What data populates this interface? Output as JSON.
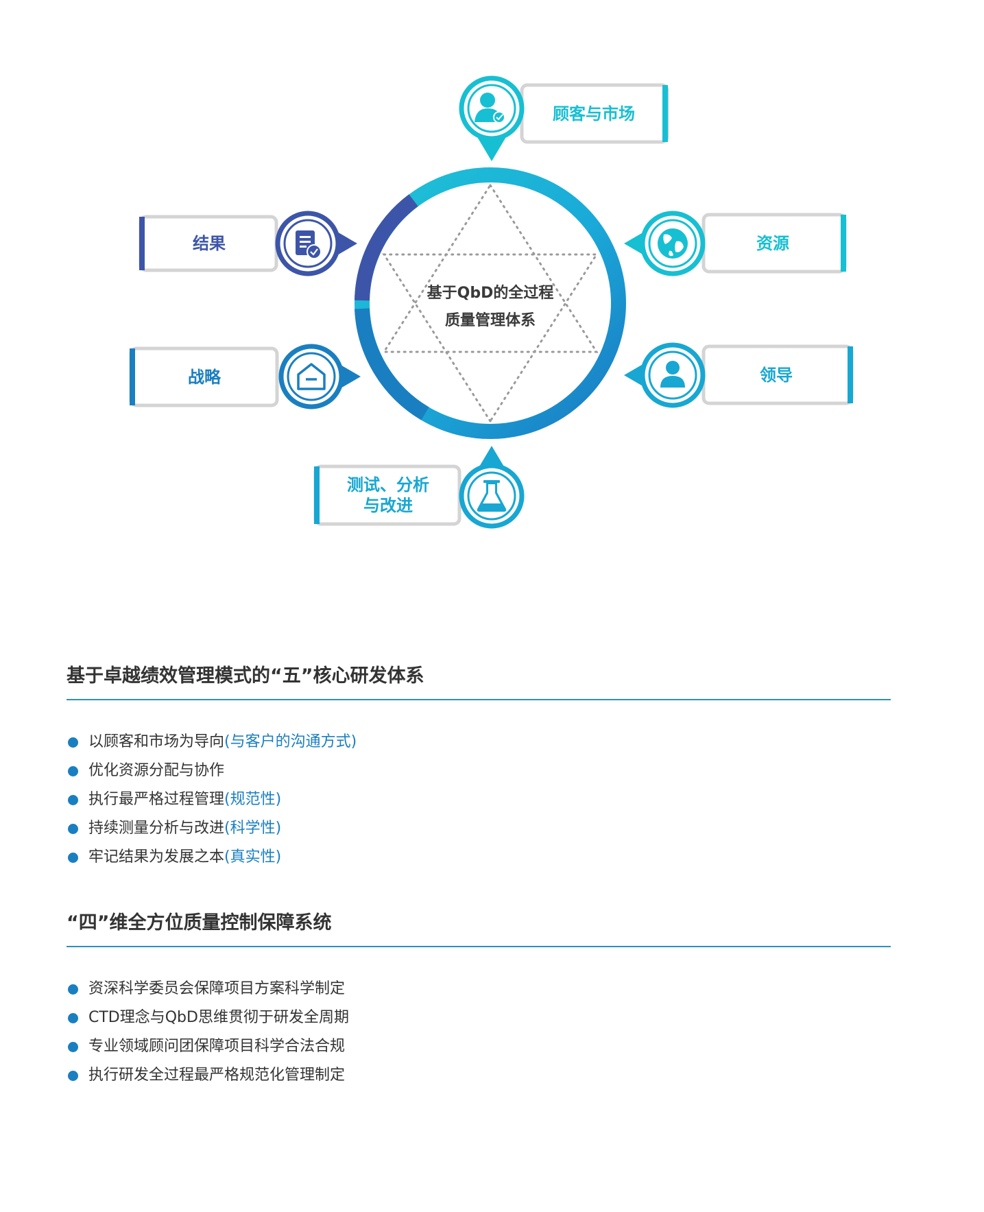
{
  "diagram": {
    "hub": {
      "line1": "基于QbD的全过程",
      "line2": "质量管理体系"
    },
    "nodes": {
      "customer": {
        "label": "顾客与市场",
        "icon": "user-check-icon",
        "color": "#17bfd2"
      },
      "resources": {
        "label": "资源",
        "icon": "globe-icon",
        "color": "#17bfd2"
      },
      "leadership": {
        "label": "领导",
        "icon": "user-icon",
        "color": "#17a7d2"
      },
      "results": {
        "label": "结果",
        "icon": "document-check-icon",
        "color": "#3d55a8"
      },
      "strategy": {
        "label": "战略",
        "icon": "house-icon",
        "color": "#1a7fc0"
      },
      "testing": {
        "line1": "测试、分析",
        "line2": "与改进",
        "icon": "flask-icon",
        "color": "#17a7d2"
      }
    }
  },
  "section1": {
    "title": "基于卓越绩效管理模式的“五”核心研发体系",
    "items": [
      {
        "text": "以顾客和市场为导向",
        "note": "(与客户的沟通方式)"
      },
      {
        "text": "优化资源分配与协作",
        "note": ""
      },
      {
        "text": "执行最严格过程管理",
        "note": "(规范性)"
      },
      {
        "text": "持续测量分析与改进",
        "note": "(科学性)"
      },
      {
        "text": "牢记结果为发展之本",
        "note": "(真实性)"
      }
    ]
  },
  "section2": {
    "title": "“四”维全方位质量控制保障系统",
    "items": [
      {
        "text": "资深科学委员会保障项目方案科学制定"
      },
      {
        "text": "CTD理念与QbD思维贯彻于研发全周期"
      },
      {
        "text": "专业领域顾问团保障项目科学合法合规"
      },
      {
        "text": "执行研发全过程最严格规范化管理制定"
      }
    ]
  },
  "colors": {
    "accent": "#1a7fc0",
    "cyan": "#17bfd2",
    "indigo": "#3d55a8"
  }
}
